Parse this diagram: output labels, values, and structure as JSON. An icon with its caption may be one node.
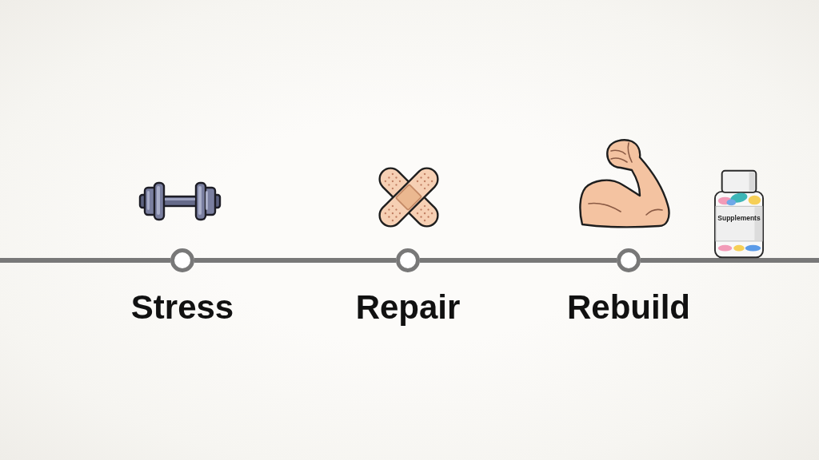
{
  "diagram": {
    "nodes": [
      {
        "text": [],
        "shape": "circle",
        "beside": [
          "Stress"
        ]
      },
      {
        "text": [],
        "shape": "circle",
        "beside": [
          "Repair"
        ]
      },
      {
        "text": [],
        "shape": "circle",
        "beside": [
          "Rebuild"
        ]
      },
      {
        "text": [
          "Supplements"
        ]
      }
    ],
    "edges": [
      {
        "from": null,
        "to": 0,
        "arrow": "none"
      },
      {
        "from": 0,
        "to": 1,
        "arrow": "none"
      },
      {
        "from": 1,
        "to": 2,
        "arrow": "none"
      },
      {
        "from": 2,
        "to": null,
        "arrow": "none"
      }
    ]
  }
}
